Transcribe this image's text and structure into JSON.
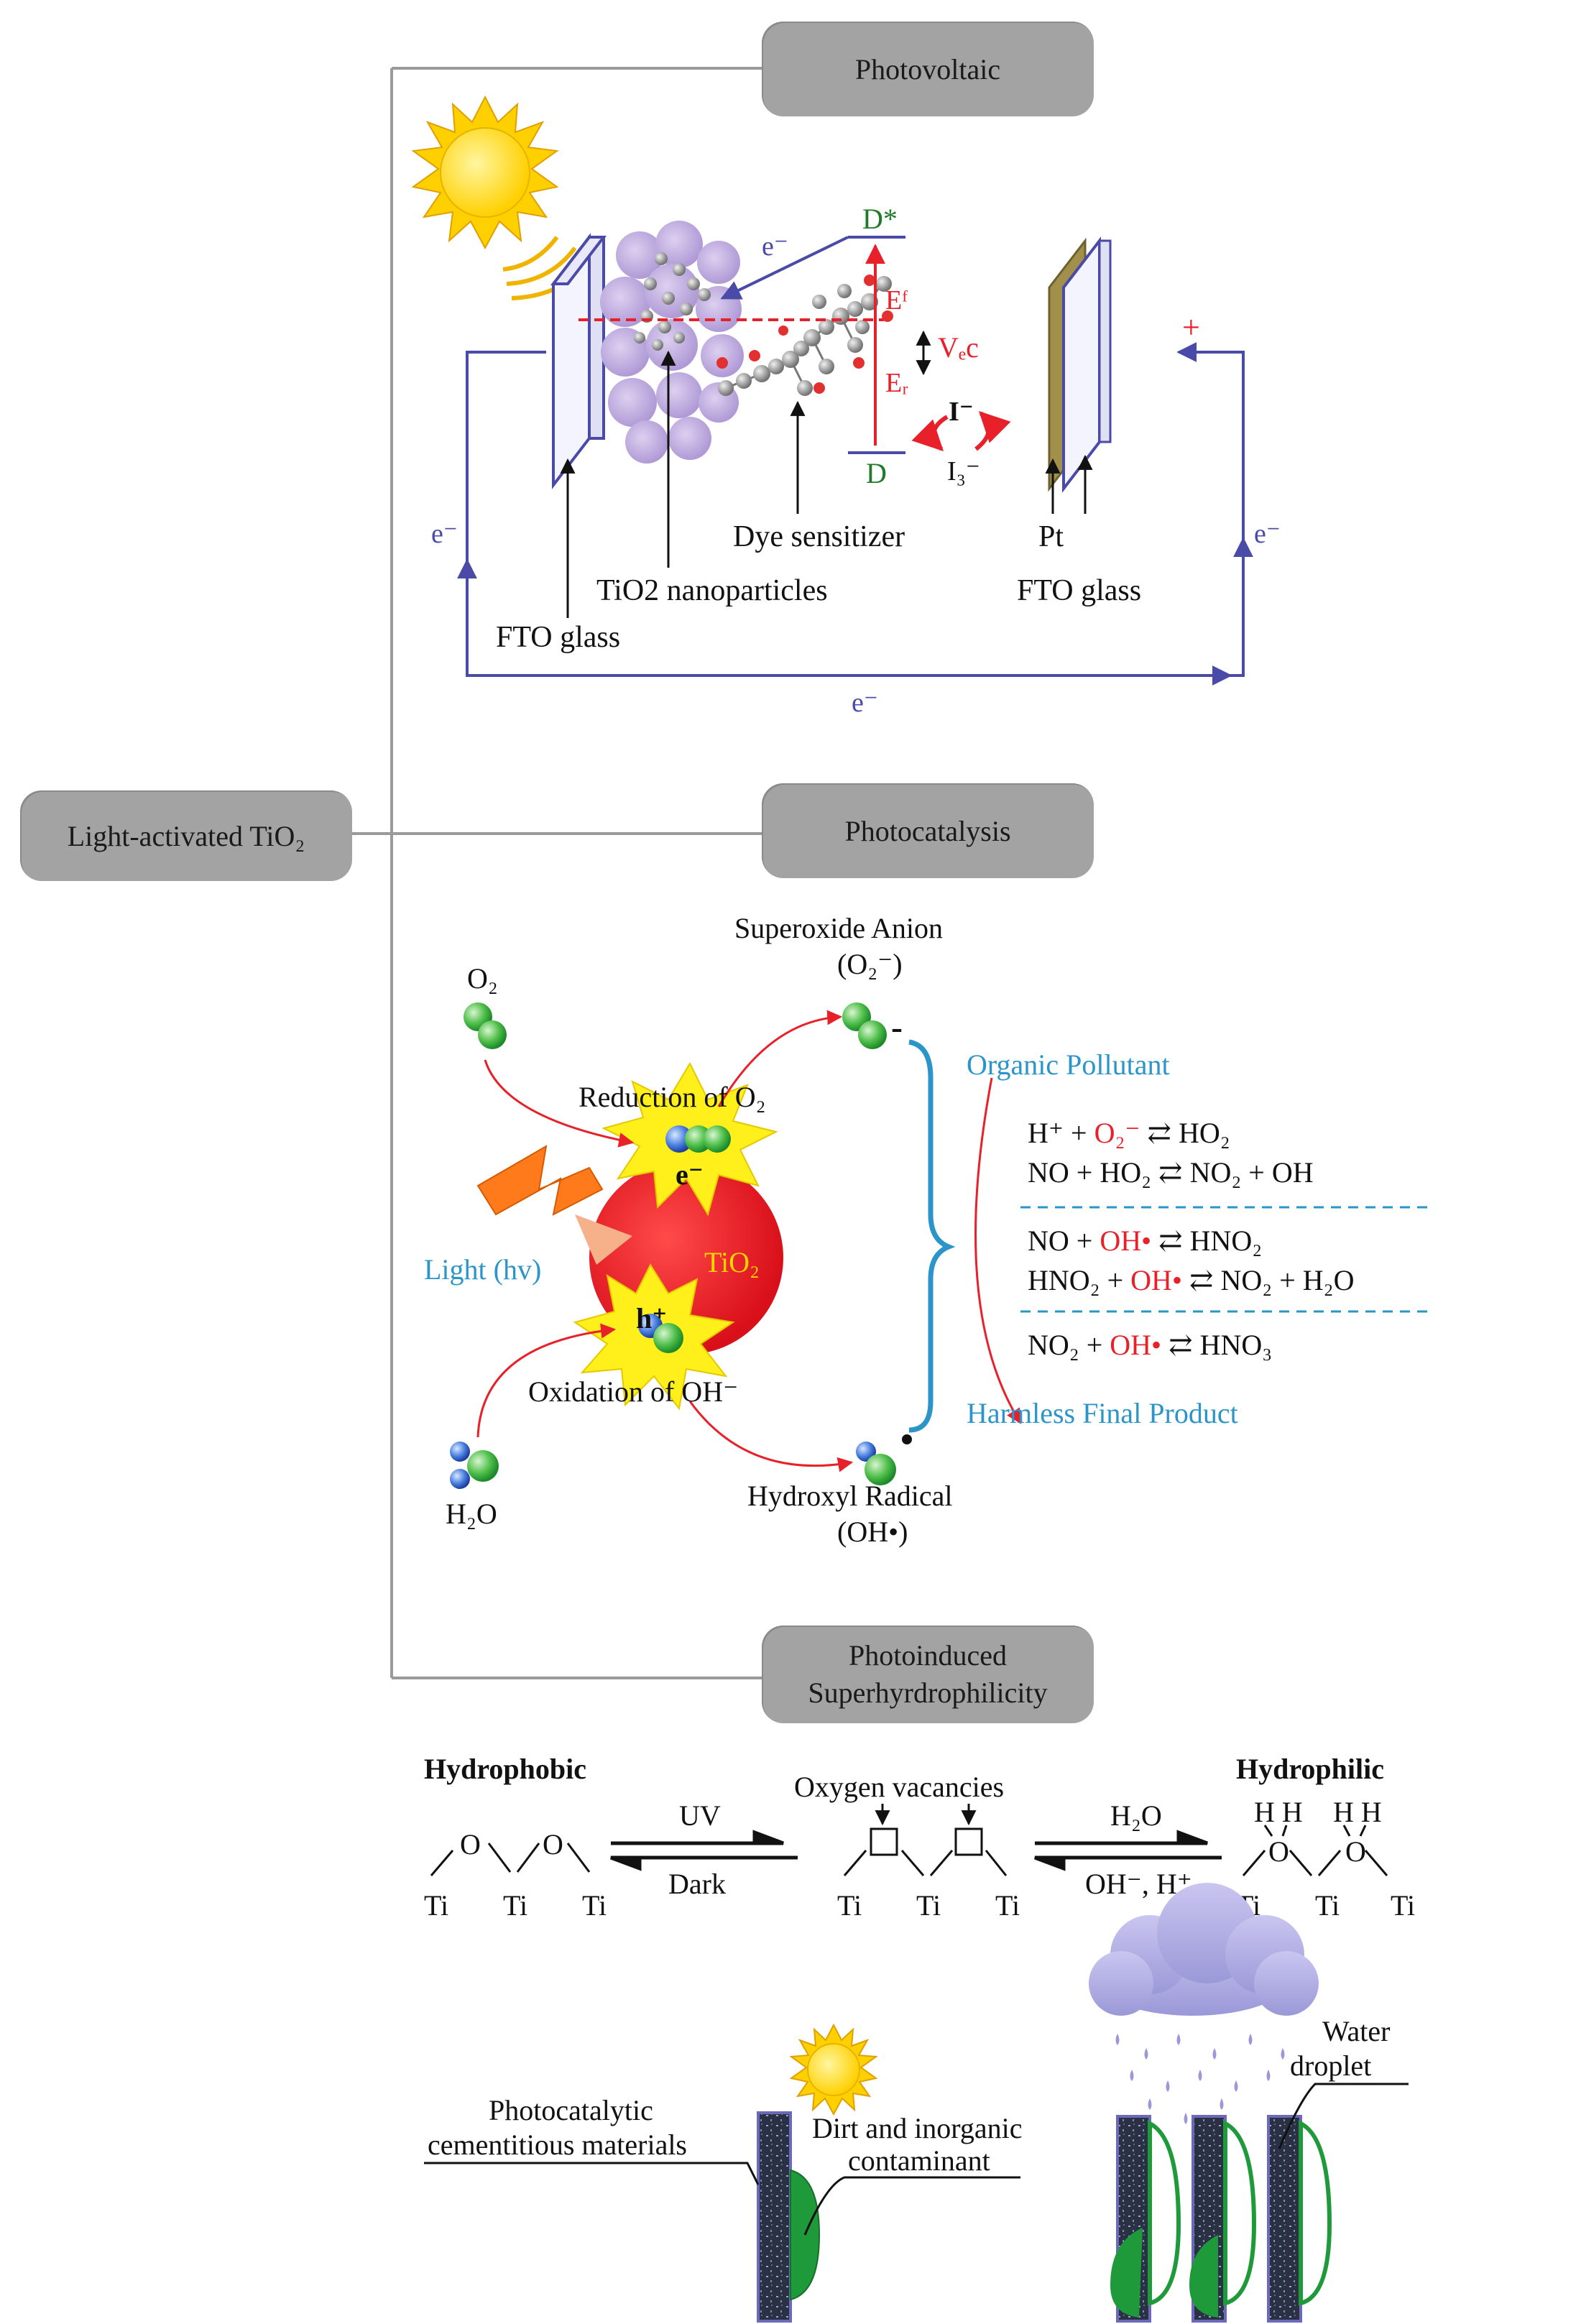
{
  "nodes": {
    "root": "Light-activated TiO₂",
    "photovoltaic": "Photovoltaic",
    "photocatalysis": "Photocatalysis",
    "superhydrophilicity_line1": "Photoinduced",
    "superhydrophilicity_line2": "Superhyrdrophilicity"
  },
  "photovoltaic": {
    "electron": "e⁻",
    "d_star": "D*",
    "d_ground": "D",
    "ef": "Eᶠ",
    "er": "Eᵣ",
    "vec": "Vₑc",
    "iodide": "I⁻",
    "triiodide": "I₃⁻",
    "plus": "+",
    "dye_sensitizer": "Dye sensitizer",
    "tio2_nanoparticles": "TiO2 nanoparticles",
    "fto_glass_left": "FTO glass",
    "pt": "Pt",
    "fto_glass_right": "FTO glass"
  },
  "photocatalysis": {
    "superoxide_title": "Superoxide Anion",
    "superoxide_formula": "(O₂⁻)",
    "o2": "O₂",
    "reduction": "Reduction of O₂",
    "e_minus": "e⁻",
    "light": "Light (hv)",
    "tio2": "TiO₂",
    "h_plus": "h⁺",
    "oxidation": "Oxidation of OH⁻",
    "h2o": "H₂O",
    "hydroxyl_title": "Hydroxyl Radical",
    "hydroxyl_formula": "(OH•)",
    "organic_pollutant": "Organic Pollutant",
    "harmless": "Harmless Final Product",
    "minus": "-"
  },
  "reactions": {
    "r1": [
      {
        "t": "H⁺ + ",
        "c": "black"
      },
      {
        "t": "O₂⁻",
        "c": "red"
      },
      {
        "t": " ⇄ HO₂",
        "c": "black"
      }
    ],
    "r2": [
      {
        "t": "NO + HO₂ ⇄ NO₂ + OH",
        "c": "black"
      }
    ],
    "r3": [
      {
        "t": "NO + ",
        "c": "black"
      },
      {
        "t": "OH•",
        "c": "red"
      },
      {
        "t": " ⇄ HNO₂",
        "c": "black"
      }
    ],
    "r4": [
      {
        "t": "HNO₂ + ",
        "c": "black"
      },
      {
        "t": "OH•",
        "c": "red"
      },
      {
        "t": " ⇄ NO₂ + H₂O",
        "c": "black"
      }
    ],
    "r5": [
      {
        "t": "NO₂ + ",
        "c": "black"
      },
      {
        "t": "OH•",
        "c": "red"
      },
      {
        "t": " ⇄ HNO₃",
        "c": "black"
      }
    ]
  },
  "hydrophilic": {
    "hydrophobic": "Hydrophobic",
    "hydrophilic": "Hydrophilic",
    "oxygen_vacancies": "Oxygen vacancies",
    "uv": "UV",
    "dark": "Dark",
    "h2o": "H₂O",
    "oh_h": "OH⁻, H⁺",
    "ti": "Ti",
    "o": "O",
    "hh": "H H",
    "photocatalytic_line1": "Photocatalytic",
    "photocatalytic_line2": "cementitious materials",
    "dirt_line1": "Dirt and inorganic",
    "dirt_line2": "contaminant",
    "water_line1": "Water",
    "water_line2": "droplet"
  },
  "colors": {
    "node_fill": "#a3a3a3",
    "connector": "#999999",
    "circuit_blue": "#4a4aa8",
    "energy_red": "#e8202a",
    "label_blue": "#2b95c9",
    "green_text": "#1f7a2a",
    "nano_purple": "#c3aee0",
    "sun_yellow": "#ffd400",
    "tio2_red": "#ee1b24"
  }
}
